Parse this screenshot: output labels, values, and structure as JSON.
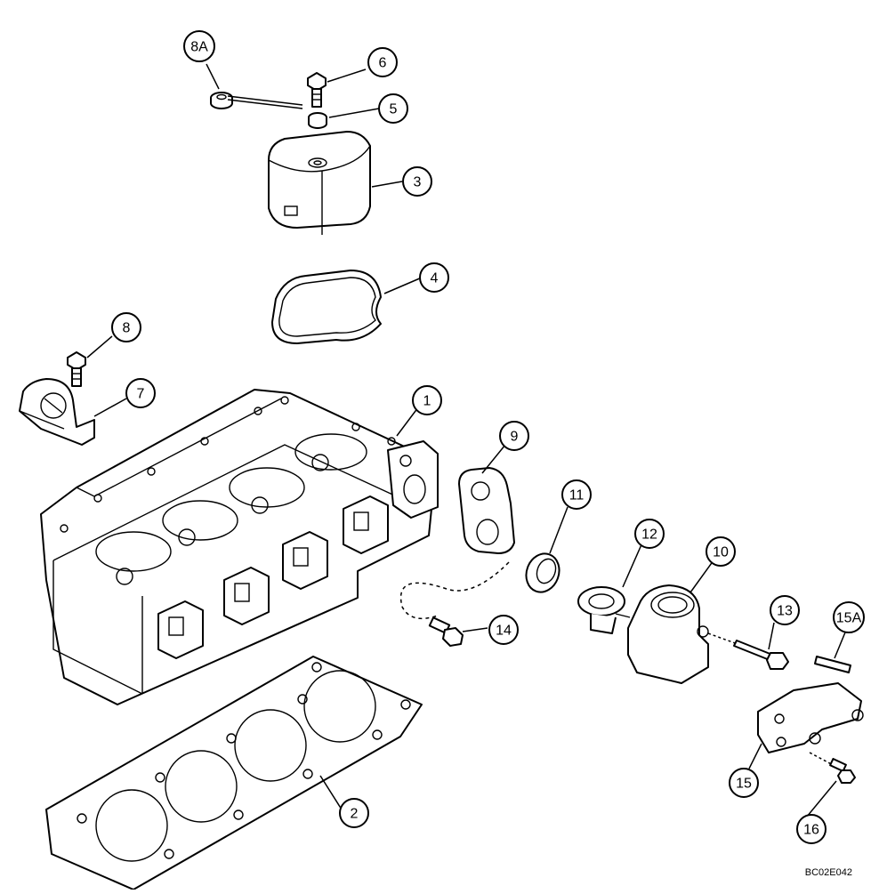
{
  "callouts": [
    {
      "id": "1",
      "label": "1"
    },
    {
      "id": "2",
      "label": "2"
    },
    {
      "id": "3",
      "label": "3"
    },
    {
      "id": "4",
      "label": "4"
    },
    {
      "id": "5",
      "label": "5"
    },
    {
      "id": "6",
      "label": "6"
    },
    {
      "id": "7",
      "label": "7"
    },
    {
      "id": "8",
      "label": "8"
    },
    {
      "id": "8A",
      "label": "8A"
    },
    {
      "id": "9",
      "label": "9"
    },
    {
      "id": "10",
      "label": "10"
    },
    {
      "id": "11",
      "label": "11"
    },
    {
      "id": "12",
      "label": "12"
    },
    {
      "id": "13",
      "label": "13"
    },
    {
      "id": "14",
      "label": "14"
    },
    {
      "id": "15",
      "label": "15"
    },
    {
      "id": "15A",
      "label": "15A"
    },
    {
      "id": "16",
      "label": "16"
    }
  ],
  "reference_code": "BC02E042"
}
